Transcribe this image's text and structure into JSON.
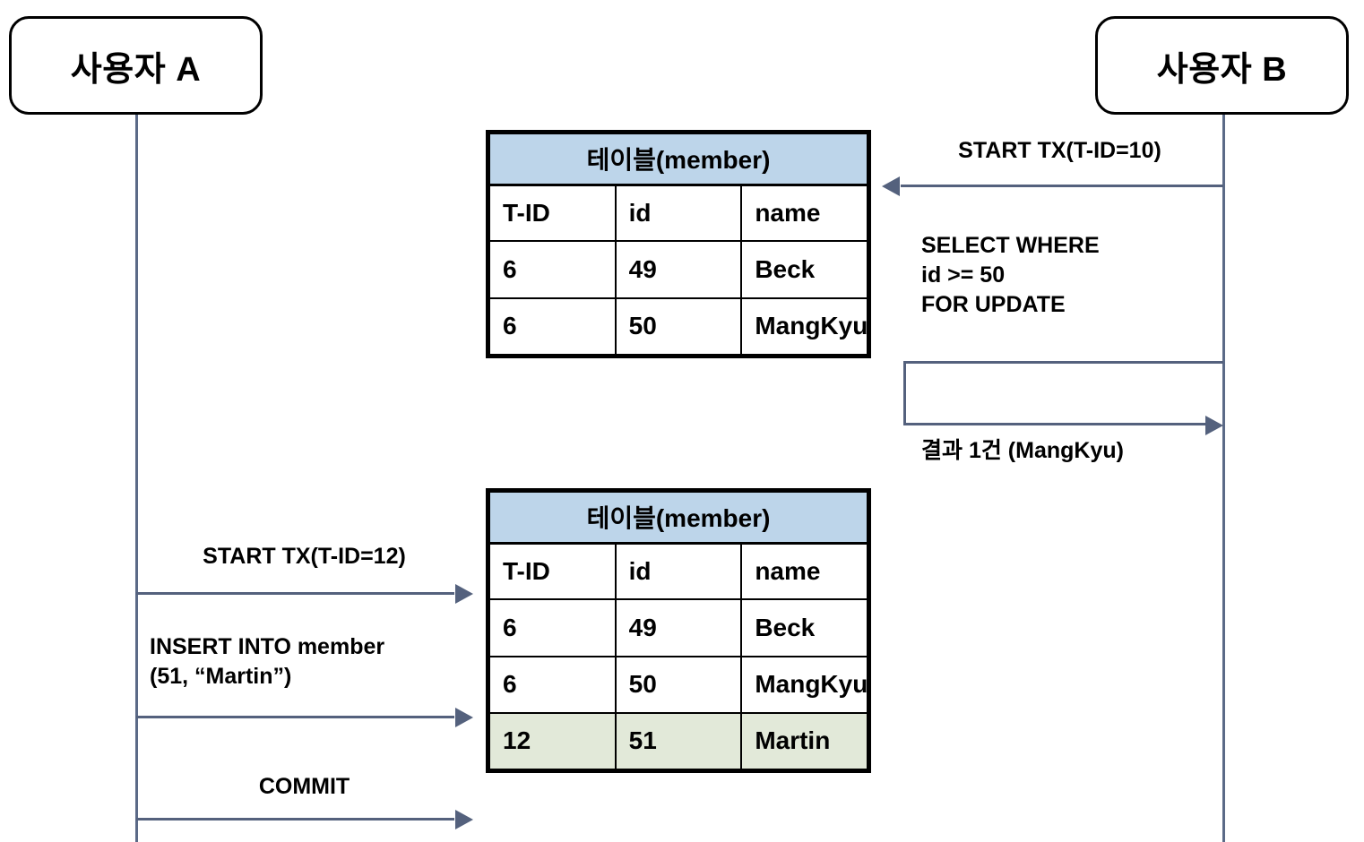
{
  "diagram": {
    "type": "sequence-diagram",
    "title_korean_note": "",
    "colors": {
      "line": "#54617d",
      "table_header_bg": "#bdd5ea",
      "highlight_row_bg": "#e2e9d9",
      "border": "#000000"
    }
  },
  "actors": [
    {
      "id": "a",
      "label": "사용자 A"
    },
    {
      "id": "b",
      "label": "사용자 B"
    }
  ],
  "messages": {
    "b_start_tx": "START TX(T-ID=10)",
    "b_select": "SELECT WHERE\nid >= 50\nFOR UPDATE",
    "b_result": "결과 1건 (MangKyu)",
    "a_start_tx": "START TX(T-ID=12)",
    "a_insert": "INSERT INTO member\n(51, “Martin”)",
    "a_commit": "COMMIT"
  },
  "tables": [
    {
      "id": "table-top",
      "title": "테이블(member)",
      "columns": [
        "T-ID",
        "id",
        "name"
      ],
      "rows": [
        {
          "cells": [
            "6",
            "49",
            "Beck"
          ],
          "highlight": false
        },
        {
          "cells": [
            "6",
            "50",
            "MangKyu"
          ],
          "highlight": false
        }
      ]
    },
    {
      "id": "table-bottom",
      "title": "테이블(member)",
      "columns": [
        "T-ID",
        "id",
        "name"
      ],
      "rows": [
        {
          "cells": [
            "6",
            "49",
            "Beck"
          ],
          "highlight": false
        },
        {
          "cells": [
            "6",
            "50",
            "MangKyu"
          ],
          "highlight": false
        },
        {
          "cells": [
            "12",
            "51",
            "Martin"
          ],
          "highlight": true
        }
      ]
    }
  ]
}
